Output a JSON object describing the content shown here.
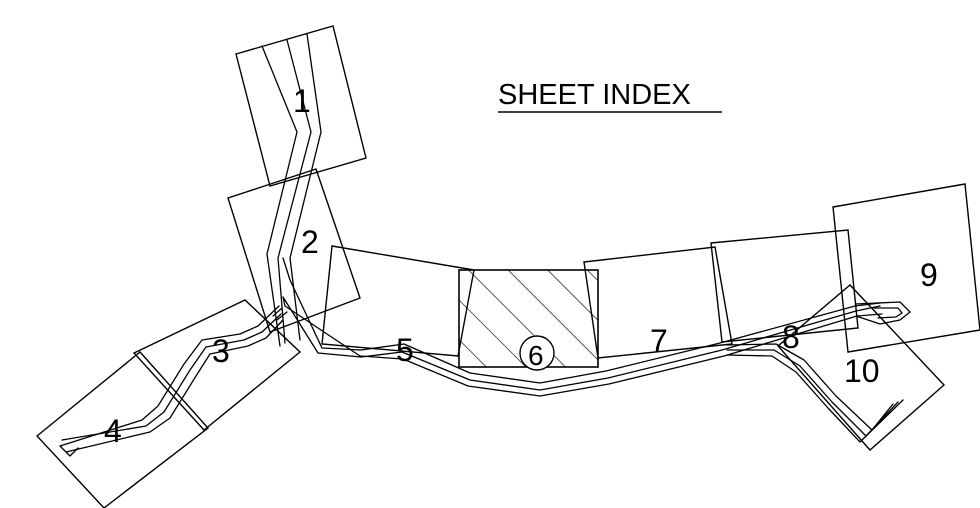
{
  "title": "SHEET INDEX",
  "current_sheet": "6",
  "sheets": [
    {
      "label": "1"
    },
    {
      "label": "2"
    },
    {
      "label": "3"
    },
    {
      "label": "4"
    },
    {
      "label": "5"
    },
    {
      "label": "6"
    },
    {
      "label": "7"
    },
    {
      "label": "8"
    },
    {
      "label": "9"
    },
    {
      "label": "10"
    }
  ]
}
